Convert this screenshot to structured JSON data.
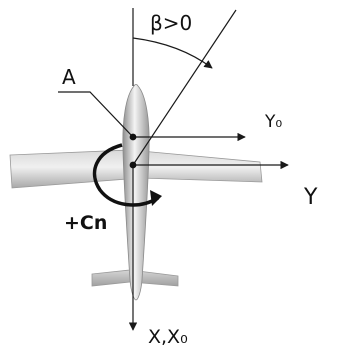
{
  "figure": {
    "labels": {
      "beta": "β>0",
      "point_a": "A",
      "y_zero": "Y₀",
      "y_axis": "Y",
      "moment": "+Cn",
      "x_axes": "X,X₀"
    },
    "colors": {
      "axis": "#1a1a1a",
      "wing_light": "#e6e6e6",
      "wing_dark": "#9a9a9a",
      "fuselage_light": "#f2f2f2",
      "fuselage_dark": "#8a8a8a",
      "moment_arrow": "#111111"
    }
  }
}
